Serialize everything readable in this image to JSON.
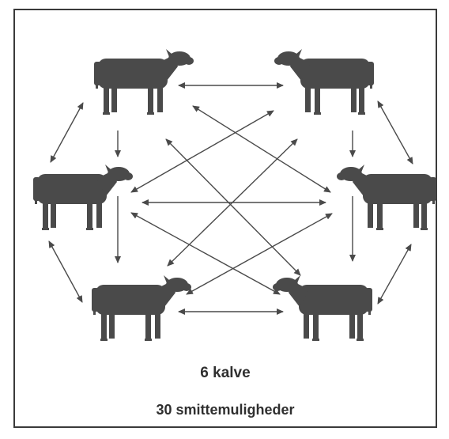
{
  "caption": {
    "line1": "6 kalve",
    "line2": "30 smittemuligheder"
  },
  "colors": {
    "cow": "#4a4a4a",
    "arrow": "#4a4a4a",
    "text": "#2f2f2f",
    "frame": "#3a3a3a"
  },
  "cows": [
    {
      "name": "cow-top-left",
      "facing": "right"
    },
    {
      "name": "cow-top-right",
      "facing": "left"
    },
    {
      "name": "cow-mid-left",
      "facing": "right"
    },
    {
      "name": "cow-mid-right",
      "facing": "left"
    },
    {
      "name": "cow-bottom-left",
      "facing": "right"
    },
    {
      "name": "cow-bottom-right",
      "facing": "left"
    }
  ]
}
